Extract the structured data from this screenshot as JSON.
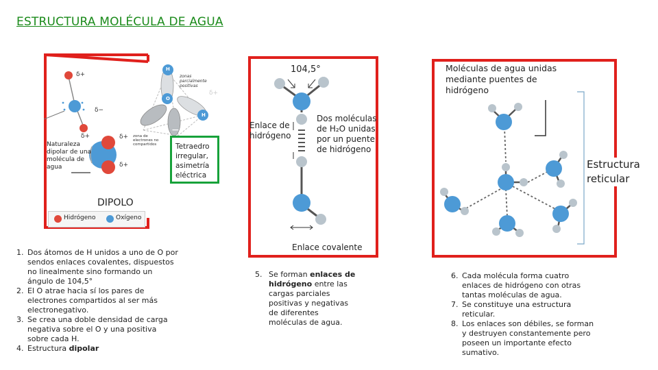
{
  "title": "ESTRUCTURA MOLÉCULA DE AGUA",
  "panel_left": {
    "labels": {
      "delta_plus_top": "δ+",
      "delta_minus": "δ−",
      "delta_plus_mid": "δ+",
      "delta_plus_right": "δ+",
      "delta_plus_bottom": "δ+",
      "naturaleza": "Naturaleza dipolar de una molécula de agua",
      "zonas_positivas": "zonas parcialmente positivas",
      "zona_electrones": "zona de electrones no compartidos",
      "H_top": "H",
      "H_right": "H",
      "O": "O"
    },
    "dipolo": "DIPOLO",
    "legend_h": "Hidrógeno",
    "legend_o": "Oxígeno",
    "green_box": "Tetraedro irregular, asimetría eléctrica"
  },
  "panel_middle": {
    "angle": "104,5°",
    "enlace_hidrogeno": "Enlace de hidrógeno",
    "dos_moleculas": "Dos moléculas de H₂O unidas por un puente de hidrógeno",
    "enlace_covalente": "Enlace covalente"
  },
  "panel_right": {
    "heading": "Moléculas de agua unidas mediante puentes de hidrógeno",
    "estructura": "Estructura reticular"
  },
  "list_left": [
    "Dos átomos de H unidos a uno de O por sendos enlaces covalentes, dispuestos no linealmente sino formando un ángulo de 104,5°",
    "El O atrae hacia sí los pares de electrones compartidos al ser más electronegativo.",
    "Se crea una doble densidad de carga negativa sobre el O y una positiva sobre cada H.",
    "Estructura"
  ],
  "list_left_bold": "dipolar",
  "list_middle": {
    "number": "5.",
    "pre": "Se forman",
    "bold": "enlaces de hidrógeno",
    "post": "entre las cargas parciales positivas y negativas de diferentes moléculas de agua."
  },
  "list_right": [
    "Cada molécula forma cuatro enlaces de hidrógeno con otras tantas moléculas de agua.",
    "Se constituye una estructura reticular.",
    "Los enlaces son débiles, se forman y destruyen constantemente pero poseen un importante efecto sumativo."
  ],
  "colors": {
    "red_frame": "#e0201c",
    "green_frame": "#17a23a",
    "title_green": "#1a8a1a",
    "oxygen_blue": "#4d9ad6",
    "hydrogen_gray": "#b9c4cc",
    "hydrogen_red": "#e0483a"
  }
}
